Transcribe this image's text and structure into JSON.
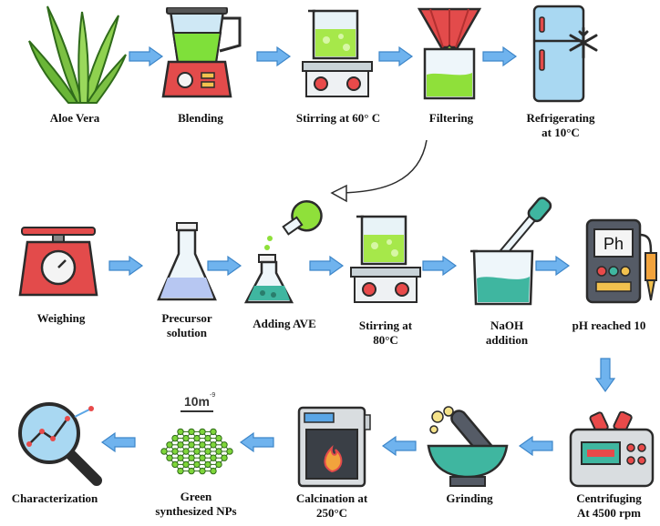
{
  "steps": {
    "aloe_vera": "Aloe Vera",
    "blending": "Blending",
    "stirring_60": "Stirring at 60° C",
    "filtering": "Filtering",
    "refrigerating_1": "Refrigerating",
    "refrigerating_2": "at 10°C",
    "weighing": "Weighing",
    "precursor_1": "Precursor",
    "precursor_2": "solution",
    "adding_ave": "Adding AVE",
    "stirring_80_1": "Stirring at",
    "stirring_80_2": "80°C",
    "naoh_1": "NaOH",
    "naoh_2": "addition",
    "ph": "pH reached 10",
    "characterization": "Characterization",
    "green_1": "Green",
    "green_2": "synthesized NPs",
    "calcination_1": "Calcination at",
    "calcination_2": "250°C",
    "grinding": "Grinding",
    "centrifuging_1": "Centrifuging",
    "centrifuging_2": "At 4500 rpm"
  },
  "icon_text": {
    "ph_meter": "Ph",
    "scale_bar": "10m",
    "scale_exp": "-9"
  },
  "colors": {
    "arrow": "#5aa6e6",
    "green_liquid": "#9ee03c",
    "red": "#e84a4a",
    "teal": "#3fb6a0"
  }
}
